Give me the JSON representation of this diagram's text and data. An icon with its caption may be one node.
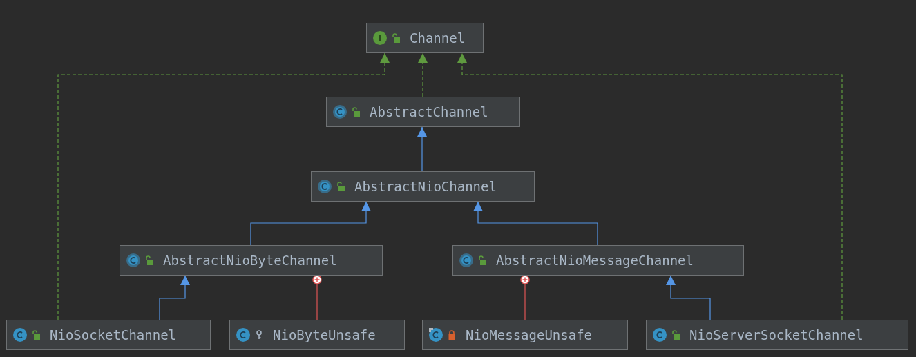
{
  "diagram": {
    "nodes": [
      {
        "text": [
          "Channel"
        ]
      },
      {
        "text": [
          "AbstractChannel"
        ]
      },
      {
        "text": [
          "AbstractNioChannel"
        ]
      },
      {
        "text": [
          "AbstractNioByteChannel"
        ]
      },
      {
        "text": [
          "AbstractNioMessageChannel"
        ]
      },
      {
        "text": [
          "NioSocketChannel"
        ]
      },
      {
        "text": [
          "NioByteUnsafe"
        ]
      },
      {
        "text": [
          "NioMessageUnsafe"
        ]
      },
      {
        "text": [
          "NioServerSocketChannel"
        ]
      }
    ],
    "edges": [
      {
        "from": 1,
        "to": 0,
        "arrow": "to",
        "style": "dashed",
        "color": "#5f9a3f"
      },
      {
        "from": 5,
        "to": 0,
        "arrow": "to",
        "style": "dashed",
        "color": "#5f9a3f"
      },
      {
        "from": 8,
        "to": 0,
        "arrow": "to",
        "style": "dashed",
        "color": "#5f9a3f"
      },
      {
        "from": 2,
        "to": 1,
        "arrow": "to"
      },
      {
        "from": 3,
        "to": 2,
        "arrow": "to"
      },
      {
        "from": 4,
        "to": 2,
        "arrow": "to"
      },
      {
        "from": 5,
        "to": 3,
        "arrow": "to"
      },
      {
        "from": 6,
        "to": 3,
        "arrow": "other",
        "color": "#e05555"
      },
      {
        "from": 7,
        "to": 4,
        "arrow": "other",
        "color": "#e05555"
      },
      {
        "from": 8,
        "to": 4,
        "arrow": "to"
      }
    ]
  }
}
